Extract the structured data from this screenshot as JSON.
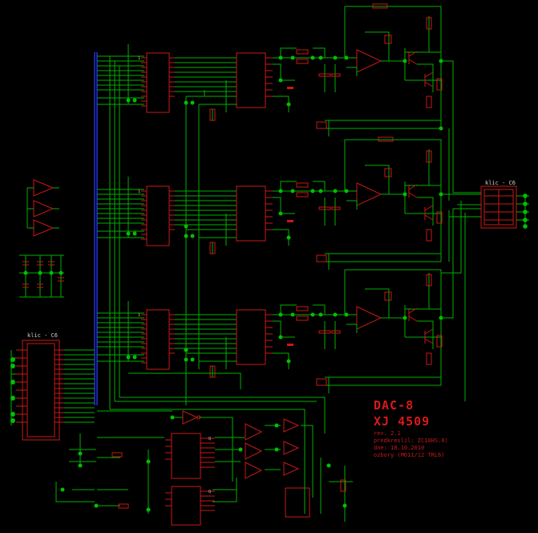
{
  "title_block": {
    "title": "DAC-8",
    "subtitle": "XJ 4509",
    "lines": [
      "rev. 2.1",
      "predkreslil: ZC10HS.0)",
      "dne: 18.10.2010",
      "ozbory (MO11/12 TRL6)"
    ]
  },
  "connectors": {
    "left_header": "klic - C6",
    "right_header": "klic - C6"
  },
  "colors": {
    "background": "#000000",
    "wire": "#00b000",
    "bus": "#2030d0",
    "component": "#c81818",
    "junction": "#00c000"
  }
}
